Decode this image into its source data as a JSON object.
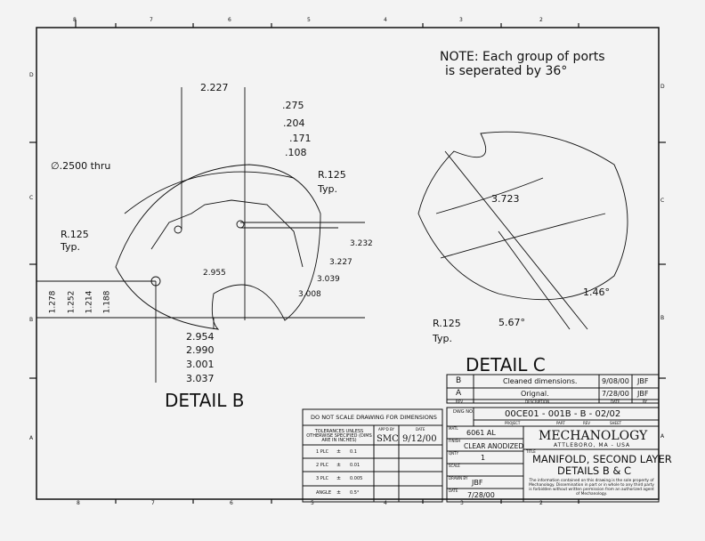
{
  "zones": {
    "top": [
      "8",
      "7",
      "6",
      "5",
      "4",
      "3",
      "2"
    ],
    "bottom": [
      "8",
      "7",
      "6",
      "5",
      "4",
      "3",
      "2"
    ],
    "left": [
      "D",
      "C",
      "B",
      "A"
    ],
    "right": [
      "D",
      "C",
      "B",
      "A"
    ]
  },
  "note": {
    "line1": "NOTE:  Each group of ports",
    "line2": "is seperated by 36°"
  },
  "detail_b": {
    "title": "DETAIL B",
    "hole": "∅.2500 thru",
    "radius_top": [
      "R.125",
      "Typ."
    ],
    "radius_left": [
      "R.125",
      "Typ."
    ],
    "horiz_top": [
      "2.227",
      ".275",
      ".204",
      ".171",
      ".108"
    ],
    "vert_right": [
      "2.955",
      "3.008",
      "3.039",
      "3.227",
      "3.232"
    ],
    "vert_left": [
      "1.278",
      "1.252",
      "1.214",
      "1.188"
    ],
    "horiz_bottom": [
      "2.954",
      "2.990",
      "3.001",
      "3.037"
    ]
  },
  "detail_c": {
    "title": "DETAIL C",
    "dim": "3.723",
    "angle1": "1.46°",
    "angle2": "5.67°",
    "radius": [
      "R.125",
      "Typ."
    ]
  },
  "revisions": {
    "rows": [
      {
        "rev": "B",
        "desc": "Cleaned dimensions.",
        "date": "9/08/00",
        "by": "JBF"
      },
      {
        "rev": "A",
        "desc": "Orignal.",
        "date": "7/28/00",
        "by": "JBF"
      }
    ],
    "headers": [
      "REV",
      "DESCRIPTION",
      "DATE",
      "BY"
    ]
  },
  "tolerances": {
    "header": "DO NOT SCALE DRAWING FOR DIMENSIONS",
    "label": "TOLERANCES UNLESS OTHERWISE SPECIFIED (DIMS ARE IN INCHES)",
    "appd_label": "APP'D BY",
    "date_label": "DATE",
    "appd_by": "SMC",
    "appd_date": "9/12/00",
    "rows": [
      {
        "k": "1 PLC",
        "v": "0.1"
      },
      {
        "k": "2 PLC",
        "v": "0.01"
      },
      {
        "k": "3 PLC",
        "v": "0.005"
      },
      {
        "k": "ANGLE",
        "v": "0.5°"
      }
    ],
    "pm": "±"
  },
  "title_block": {
    "dwg_label": "DWG NO.",
    "dwg_no": "00CE01  -  001B  -  B  -  02/02",
    "sub": [
      "PROJECT",
      "PART",
      "REV",
      "SHEET"
    ],
    "mtl_label": "MATL",
    "mtl": "6061 AL",
    "finish_label": "FINISH",
    "finish": "CLEAR ANODIZED",
    "qty_label": "QNTY",
    "qty": "1",
    "scale_label": "SCALE",
    "drawn_label": "DRAWN BY",
    "drawn": "JBF",
    "date_label": "DATE",
    "date": "7/28/00",
    "company": "MECHANOLOGY",
    "location": "ATTLEBORO, MA - USA",
    "title_label": "TITLE",
    "title1": "MANIFOLD, SECOND LAYER",
    "title2": "DETAILS B & C",
    "notice": "The information contained on this drawing is the sole property of Mechanology.  Dissemination in part or in whole to any third party is forbidden without written permission from an authorized agent of Mechanology."
  }
}
